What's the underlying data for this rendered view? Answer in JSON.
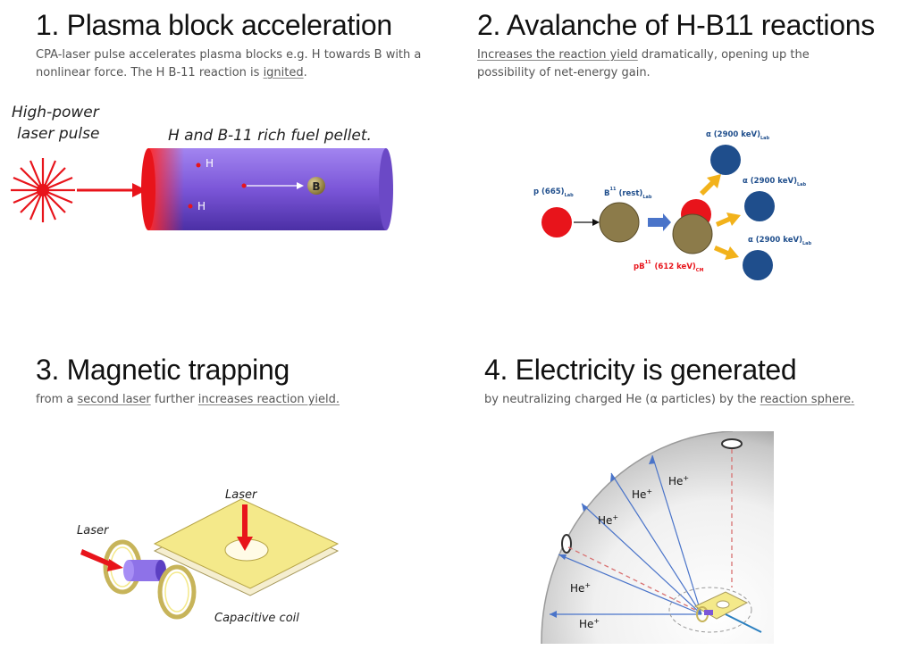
{
  "p1": {
    "title": "1. Plasma block acceleration",
    "desc_a": "CPA-laser pulse accelerates plasma blocks e.g. H towards B with a nonlinear force. The H B-11 reaction is ",
    "desc_link": "ignited",
    "desc_b": ".",
    "fig": {
      "laser_label_1": "High-power",
      "laser_label_2": "laser pulse",
      "pellet_label": "H and B-11 rich fuel pellet.",
      "h1": "H",
      "h2": "H",
      "b": "B"
    }
  },
  "p2": {
    "title": "2. Avalanche of H-B11 reactions",
    "desc_link": "Increases the reaction yield",
    "desc_b": " dramatically, opening up the possibility of net-energy gain.",
    "fig": {
      "p_label": "p (665)",
      "p_sub": "Lab",
      "b_label": "B",
      "b_sup": "11",
      "b_rest": "(rest)",
      "b_sub": "Lab",
      "alpha": "α (2900 keV)",
      "alpha_sub": "Lab",
      "pb_label": "pB",
      "pb_sup": "11",
      "pb_energy": "(612 keV)",
      "pb_sub": "CM"
    }
  },
  "p3": {
    "title": "3. Magnetic trapping",
    "desc_a": "from a ",
    "desc_link1": "second laser",
    "desc_b": " further ",
    "desc_link2": "increases reaction yield.",
    "fig": {
      "laser_top": "Laser",
      "laser_left": "Laser",
      "coil": "Capacitive coil"
    }
  },
  "p4": {
    "title": "4. Electricity is generated",
    "desc_a": "by neutralizing charged He (α particles) by the ",
    "desc_link": "reaction sphere.",
    "fig": {
      "he": "He",
      "plus": "+"
    }
  },
  "colors": {
    "red": "#e8141b",
    "purple": "#7b56d8",
    "olive": "#8c7b4a",
    "navy": "#1f4e8c",
    "arrow_orange": "#f2b21b",
    "ray_blue": "#4a74c9"
  }
}
